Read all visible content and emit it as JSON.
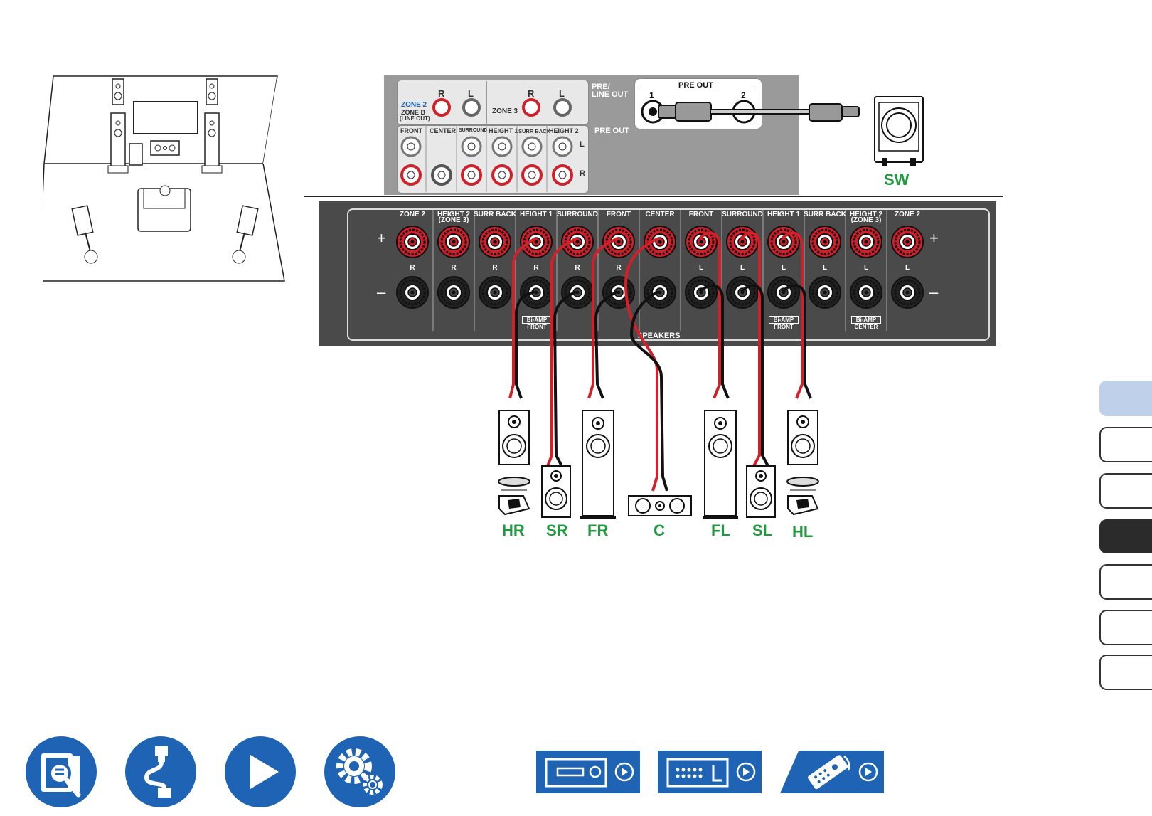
{
  "colors": {
    "accent_blue": "#1f63b5",
    "speaker_green": "#1f9a3d",
    "panel_dark": "#4a4a4a",
    "panel_light": "#e8e8e8",
    "terminal_red": "#d0202a",
    "tab_light": "#bfd0ea",
    "tab_dark": "#2b2b2b"
  },
  "preout_panel": {
    "zone2_label": "ZONE 2",
    "zoneb_label": "ZONE B",
    "lineout_label": "(LINE OUT)",
    "zone3_label": "ZONE 3",
    "r_label": "R",
    "l_label": "L",
    "pre_line_out_1": "PRE/",
    "pre_line_out_2": "LINE OUT",
    "pre_out_label": "PRE OUT",
    "columns": [
      "FRONT",
      "CENTER",
      "SURROUND",
      "HEIGHT 1",
      "SURR BACK",
      "HEIGHT 2"
    ],
    "side_l": "L",
    "side_r": "R"
  },
  "sub_preout": {
    "title": "PRE OUT",
    "jack1": "1",
    "jack2": "2"
  },
  "speaker_panel": {
    "columns": [
      "ZONE 2",
      "HEIGHT 2",
      "SURR BACK",
      "HEIGHT 1",
      "SURROUND",
      "FRONT",
      "CENTER",
      "FRONT",
      "SURROUND",
      "HEIGHT 1",
      "SURR BACK",
      "HEIGHT 2",
      "ZONE 2"
    ],
    "zone3_note": "(ZONE 3)",
    "channel_letters": [
      "R",
      "R",
      "R",
      "R",
      "R",
      "R",
      "",
      "L",
      "L",
      "L",
      "L",
      "L",
      "L"
    ],
    "plus": "+",
    "minus": "–",
    "speakers_label": "SPEAKERS",
    "biamp": "Bi-AMP",
    "biamp_front": "FRONT",
    "biamp_center": "CENTER"
  },
  "speaker_labels": {
    "hr": "HR",
    "sr": "SR",
    "fr": "FR",
    "c": "C",
    "fl": "FL",
    "sl": "SL",
    "hl": "HL",
    "sw": "SW"
  },
  "icons": {
    "contents": "book-search-icon",
    "connections": "cable-icon",
    "playback": "play-icon",
    "setup": "gear-icon",
    "front_panel": "receiver-front-icon",
    "rear_panel": "receiver-rear-icon",
    "remote": "remote-control-icon"
  }
}
